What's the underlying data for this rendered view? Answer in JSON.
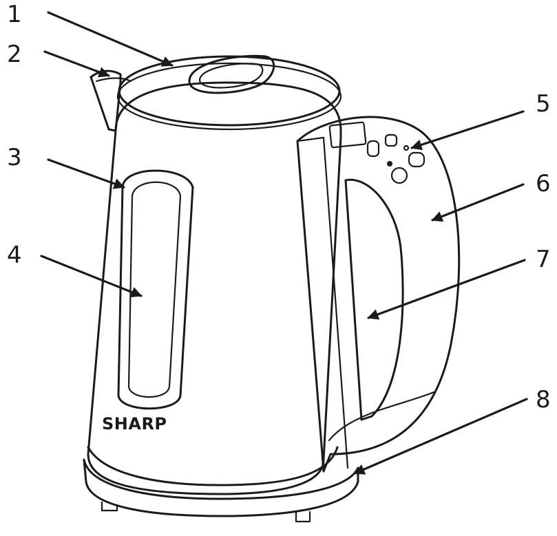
{
  "brand_logo": "SHARP",
  "callouts": [
    {
      "number": "1"
    },
    {
      "number": "2"
    },
    {
      "number": "3"
    },
    {
      "number": "4"
    },
    {
      "number": "5"
    },
    {
      "number": "6"
    },
    {
      "number": "7"
    },
    {
      "number": "8"
    }
  ],
  "colors": {
    "line": "#1a1a1a",
    "background": "#ffffff"
  }
}
